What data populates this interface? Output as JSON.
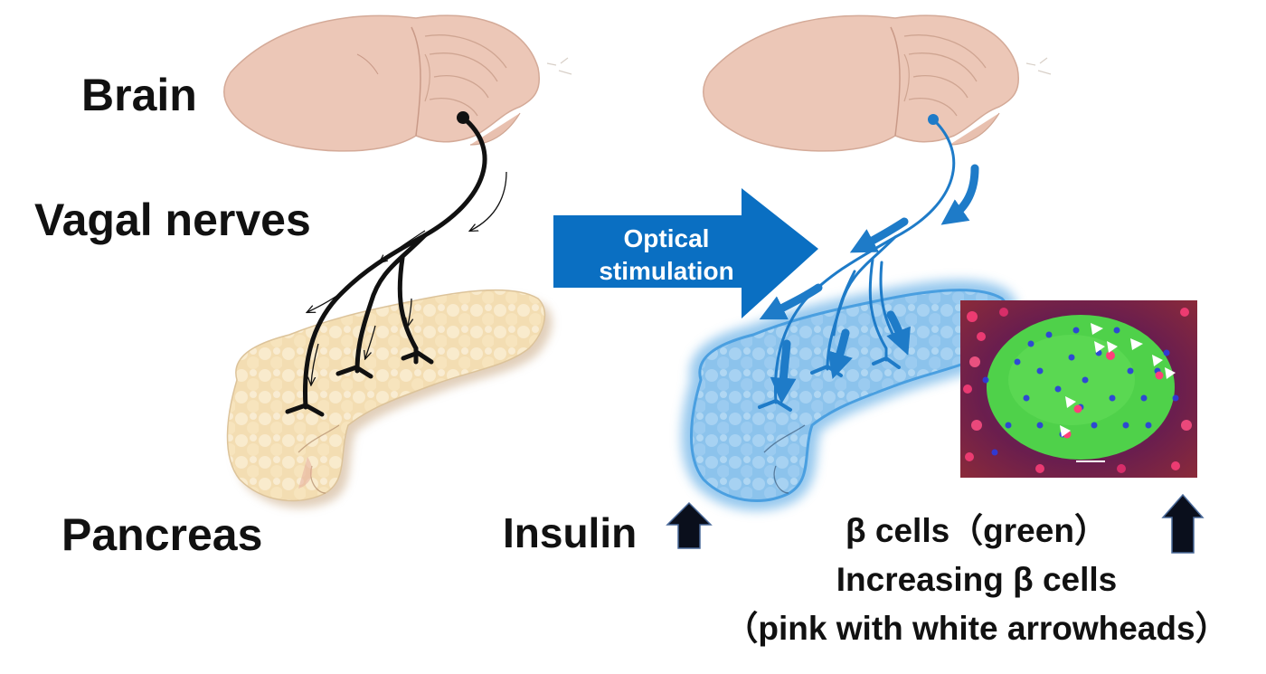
{
  "labels": {
    "brain": "Brain",
    "vagal_nerves": "Vagal nerves",
    "pancreas": "Pancreas",
    "insulin": "Insulin"
  },
  "arrow": {
    "line1": "Optical",
    "line2": "stimulation"
  },
  "caption": {
    "line1": "β cells（green）",
    "line2": "Increasing β cells",
    "line3": "（pink with white arrowheads）"
  },
  "colors": {
    "brain": "#ecc7b7",
    "brain_outline": "#d4aa98",
    "pancreas_tan": "#f3ddb2",
    "pancreas_blue": "#8cc3ec",
    "nerve_black": "#111111",
    "nerve_blue": "#1e7bc8",
    "arrow_blue": "#0a6fc2",
    "beta_green": "#4fd14a",
    "nuclei_blue": "#2a3be0",
    "pink_cells": "#ff3f7a"
  },
  "icons": [
    "brain-illustration",
    "pancreas-illustration",
    "up-arrow-icon",
    "white-arrowhead-icon"
  ]
}
